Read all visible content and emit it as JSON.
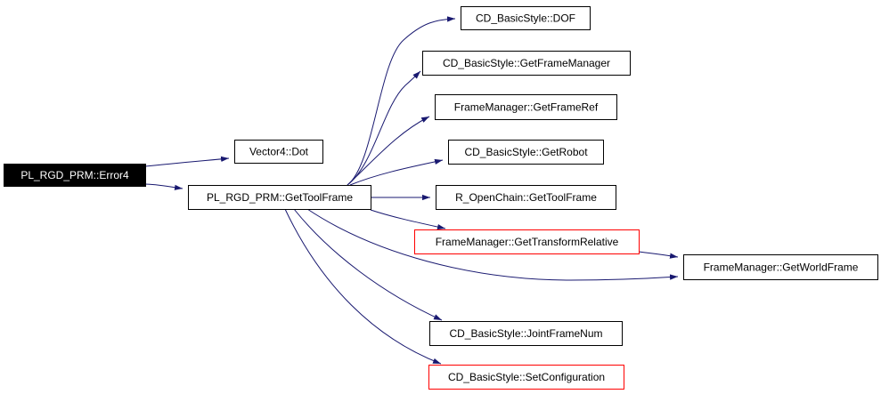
{
  "colors": {
    "edge": "#191970",
    "node_border_normal": "#000000",
    "node_border_truncated": "#ff0000",
    "root_fill": "#000000",
    "root_text": "#ffffff",
    "node_fill": "#ffffff",
    "node_text": "#000000"
  },
  "nodes": [
    {
      "id": "error4",
      "label": "PL_RGD_PRM::Error4",
      "style": "root"
    },
    {
      "id": "dot",
      "label": "Vector4::Dot",
      "style": "normal"
    },
    {
      "id": "gettoolframe",
      "label": "PL_RGD_PRM::GetToolFrame",
      "style": "normal"
    },
    {
      "id": "dof",
      "label": "CD_BasicStyle::DOF",
      "style": "normal"
    },
    {
      "id": "getframemanager",
      "label": "CD_BasicStyle::GetFrameManager",
      "style": "normal"
    },
    {
      "id": "getframeref",
      "label": "FrameManager::GetFrameRef",
      "style": "normal"
    },
    {
      "id": "getrobot",
      "label": "CD_BasicStyle::GetRobot",
      "style": "normal"
    },
    {
      "id": "ropenchain",
      "label": "R_OpenChain::GetToolFrame",
      "style": "normal"
    },
    {
      "id": "gettransformrelative",
      "label": "FrameManager::GetTransformRelative",
      "style": "truncated"
    },
    {
      "id": "getworldframe",
      "label": "FrameManager::GetWorldFrame",
      "style": "normal"
    },
    {
      "id": "jointframenum",
      "label": "CD_BasicStyle::JointFrameNum",
      "style": "normal"
    },
    {
      "id": "setconfiguration",
      "label": "CD_BasicStyle::SetConfiguration",
      "style": "truncated"
    }
  ],
  "edges": [
    {
      "from": "error4",
      "to": "dot"
    },
    {
      "from": "error4",
      "to": "gettoolframe"
    },
    {
      "from": "gettoolframe",
      "to": "dof"
    },
    {
      "from": "gettoolframe",
      "to": "getframemanager"
    },
    {
      "from": "gettoolframe",
      "to": "getframeref"
    },
    {
      "from": "gettoolframe",
      "to": "getrobot"
    },
    {
      "from": "gettoolframe",
      "to": "ropenchain"
    },
    {
      "from": "gettoolframe",
      "to": "gettransformrelative"
    },
    {
      "from": "gettoolframe",
      "to": "getworldframe"
    },
    {
      "from": "gettransformrelative",
      "to": "getworldframe"
    },
    {
      "from": "gettoolframe",
      "to": "jointframenum"
    },
    {
      "from": "gettoolframe",
      "to": "setconfiguration"
    }
  ]
}
